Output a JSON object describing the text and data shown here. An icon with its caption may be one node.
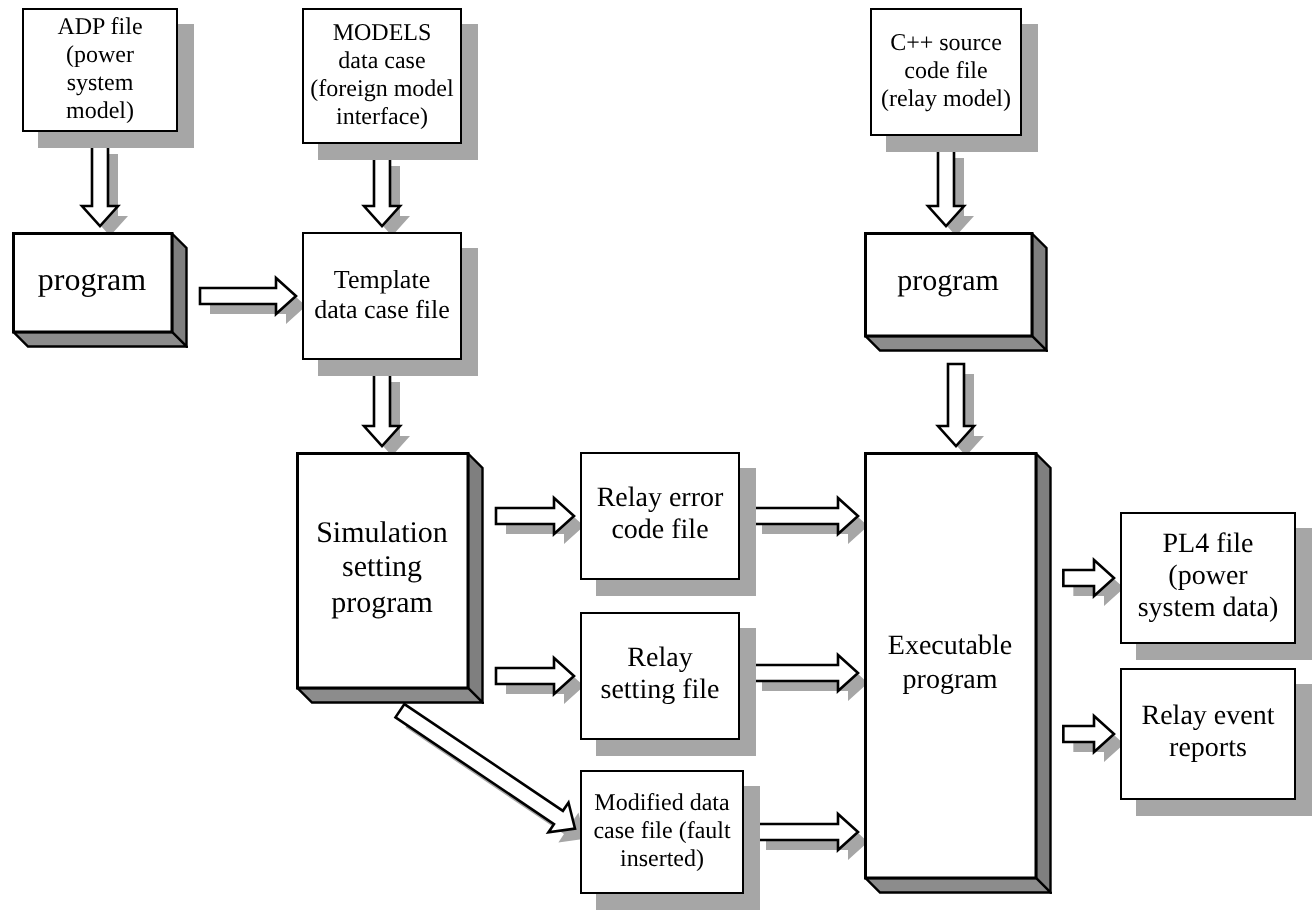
{
  "diagram": {
    "nodes": [
      {
        "text": [
          "ADP file (power system model)"
        ]
      },
      {
        "text": [
          "MODELS data case (foreign model interface)"
        ]
      },
      {
        "text": [
          "C++ source code file (relay model)"
        ]
      },
      {
        "text": [
          "program"
        ]
      },
      {
        "text": [
          "Template data case file"
        ]
      },
      {
        "text": [
          "program"
        ]
      },
      {
        "text": [
          "Simulation setting program"
        ]
      },
      {
        "text": [
          "Relay error code file"
        ]
      },
      {
        "text": [
          "Relay setting file"
        ]
      },
      {
        "text": [
          "Modified data case file (fault inserted)"
        ]
      },
      {
        "text": [
          "Executable program"
        ]
      },
      {
        "text": [
          "PL4 file (power system data)"
        ]
      },
      {
        "text": [
          "Relay event reports"
        ]
      }
    ],
    "edges": [
      {
        "from": 0,
        "to": 3,
        "arrow": "to"
      },
      {
        "from": 1,
        "to": 4,
        "arrow": "to"
      },
      {
        "from": 3,
        "to": 4,
        "arrow": "to"
      },
      {
        "from": 2,
        "to": 5,
        "arrow": "to"
      },
      {
        "from": 4,
        "to": 6,
        "arrow": "to"
      },
      {
        "from": 5,
        "to": 10,
        "arrow": "to"
      },
      {
        "from": 6,
        "to": 7,
        "arrow": "to"
      },
      {
        "from": 6,
        "to": 8,
        "arrow": "to"
      },
      {
        "from": 6,
        "to": 9,
        "arrow": "to"
      },
      {
        "from": 7,
        "to": 10,
        "arrow": "to"
      },
      {
        "from": 8,
        "to": 10,
        "arrow": "to"
      },
      {
        "from": 9,
        "to": 10,
        "arrow": "to"
      },
      {
        "from": 10,
        "to": 11,
        "arrow": "to"
      },
      {
        "from": 10,
        "to": 12,
        "arrow": "to"
      }
    ]
  }
}
